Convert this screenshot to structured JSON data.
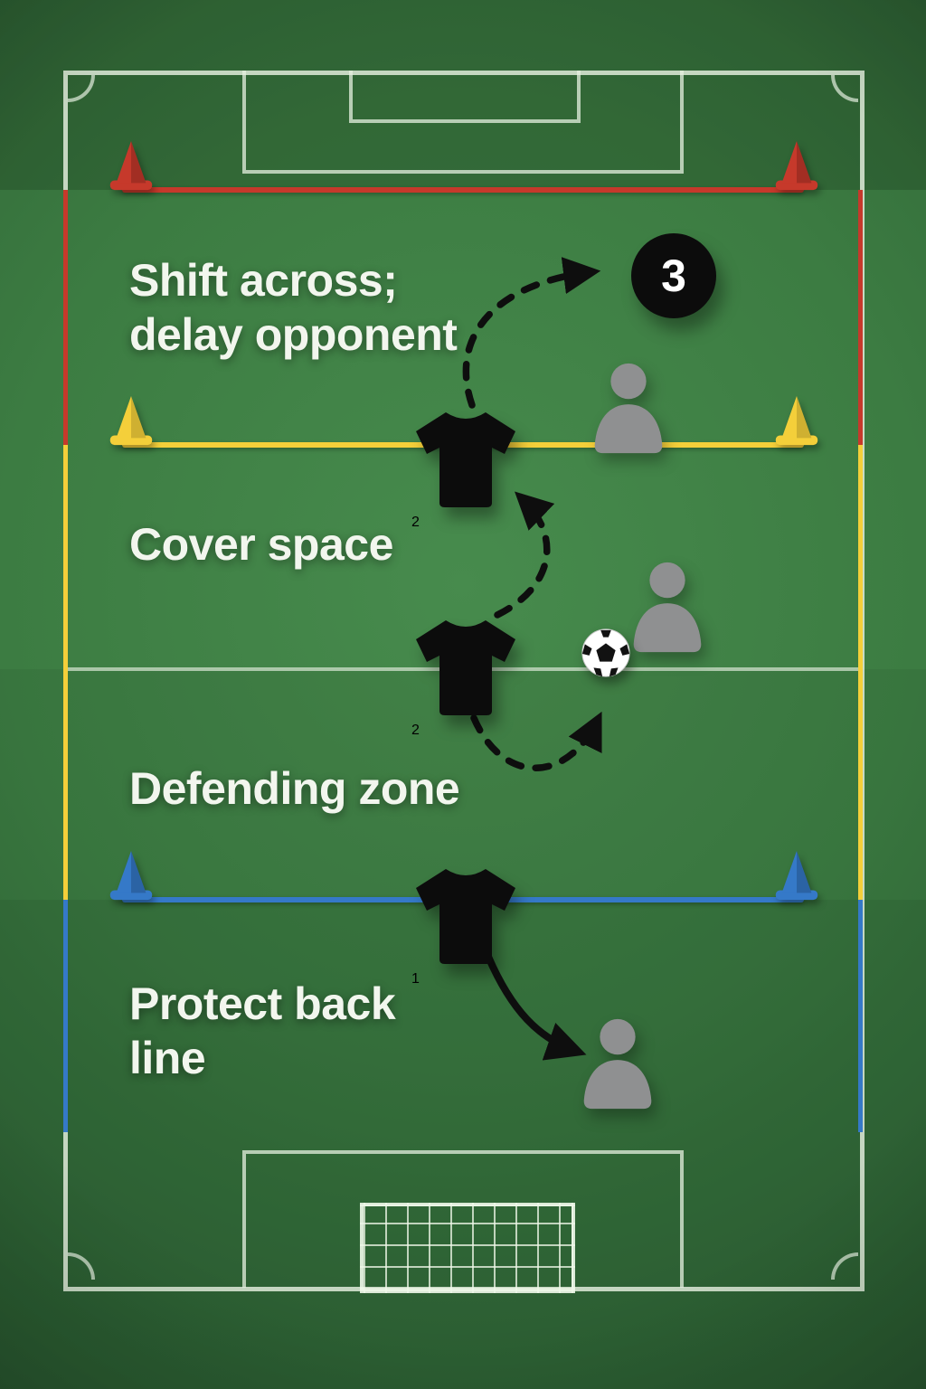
{
  "zones": [
    {
      "name": "shift-delay",
      "label_lines": [
        "Shift across;",
        "delay opponent"
      ]
    },
    {
      "name": "cover-space",
      "label_lines": [
        "Cover space"
      ]
    },
    {
      "name": "defending-zone",
      "label_lines": [
        "Defending zone"
      ]
    },
    {
      "name": "protect-back-line",
      "label_lines": [
        "Protect back",
        "line"
      ]
    }
  ],
  "players": {
    "defender_front": {
      "number": "2"
    },
    "defender_middle": {
      "number": "2"
    },
    "defender_back": {
      "number": "1"
    },
    "attacker": {
      "number": "3"
    }
  },
  "colors": {
    "zone_red": "#c6392b",
    "zone_yellow": "#f4cf3a",
    "zone_blue": "#3579c8",
    "field_green": "#3c7c42",
    "field_dark": "#234f2a",
    "pitch_line": "#dce8d6",
    "player_black": "#0c0c0c",
    "opponent_gray": "#8f9091",
    "label_white": "#f2f6ee"
  }
}
